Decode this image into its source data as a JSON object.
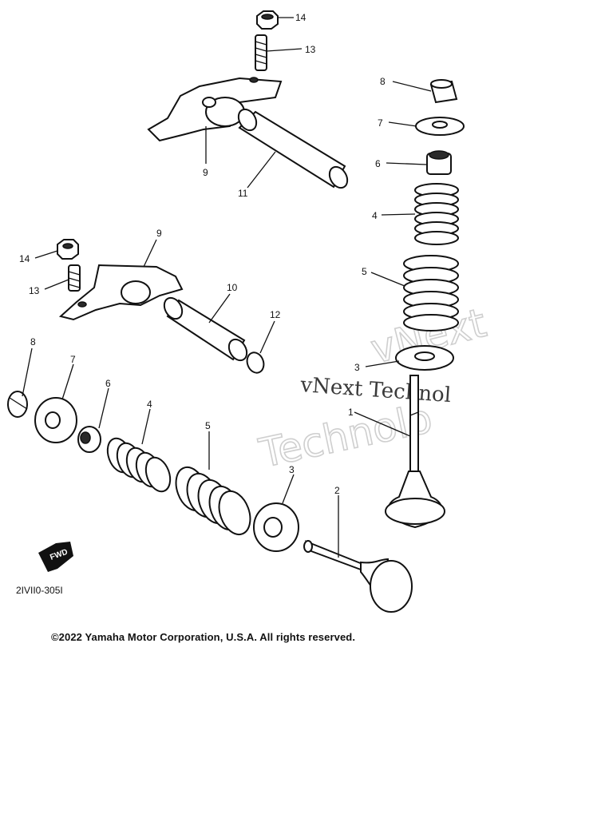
{
  "diagram": {
    "part_numbers": [
      "14",
      "13",
      "8",
      "7",
      "6",
      "9",
      "11",
      "4",
      "9",
      "14",
      "13",
      "5",
      "10",
      "12",
      "8",
      "7",
      "3",
      "6",
      "1",
      "4",
      "5",
      "3",
      "2"
    ],
    "diagram_code": "2IVII0-305I",
    "direction_mark": "FWD"
  },
  "watermark": {
    "line1": "vNext",
    "line2": "vNext Technol",
    "line3": "Technolo"
  },
  "footer": {
    "copyright": "©2022 Yamaha Motor Corporation, U.S.A. All rights reserved."
  }
}
